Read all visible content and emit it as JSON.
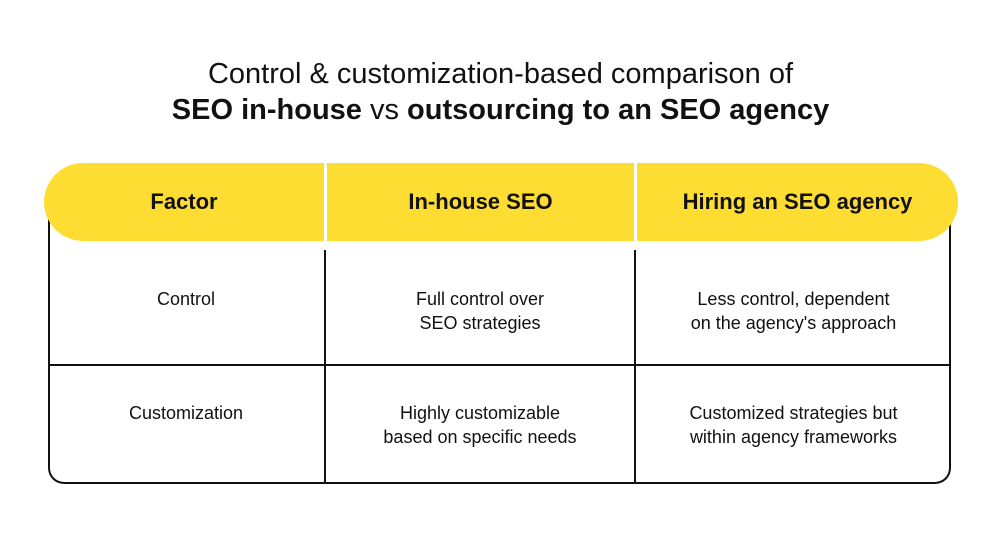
{
  "title": {
    "line1": "Control & customization-based comparison of",
    "line2_part1": "SEO in-house",
    "line2_part2": " vs ",
    "line2_part3": "outsourcing to an SEO agency"
  },
  "table": {
    "headers": [
      "Factor",
      "In-house SEO",
      "Hiring an SEO agency"
    ],
    "rows": [
      {
        "factor": "Control",
        "inhouse": [
          "Full control over",
          "SEO strategies"
        ],
        "agency": [
          "Less control, dependent",
          "on the agency's approach"
        ]
      },
      {
        "factor": "Customization",
        "inhouse": [
          "Highly customizable",
          "based on specific needs"
        ],
        "agency": [
          "Customized strategies but",
          "within agency frameworks"
        ]
      }
    ]
  },
  "colors": {
    "header_background": "#fedd33",
    "text": "#111111",
    "border": "#111111"
  }
}
